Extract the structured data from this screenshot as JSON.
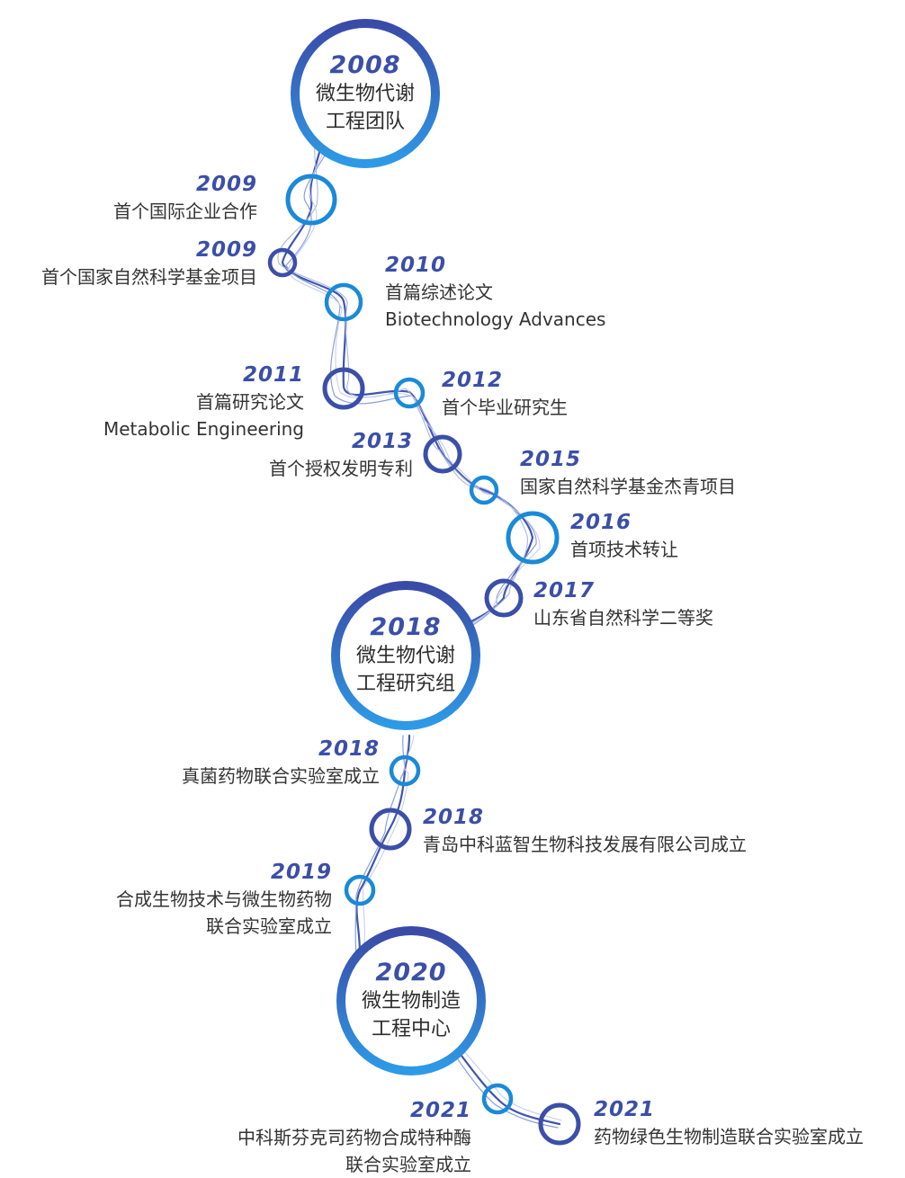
{
  "colors": {
    "dark_blue": "#3b4fa8",
    "light_blue": "#1a8ad8",
    "line": "#4f6cc0",
    "text": "#333333"
  },
  "milestones": {
    "m2008": {
      "year": "2008",
      "line1": "微生物代谢",
      "line2": "工程团队"
    },
    "m2018": {
      "year": "2018",
      "line1": "微生物代谢",
      "line2": "工程研究组"
    },
    "m2020": {
      "year": "2020",
      "line1": "微生物制造",
      "line2": "工程中心"
    }
  },
  "events": [
    {
      "id": "e2009a",
      "year": "2009",
      "lines": [
        "首个国际企业合作"
      ]
    },
    {
      "id": "e2009b",
      "year": "2009",
      "lines": [
        "首个国家自然科学基金项目"
      ]
    },
    {
      "id": "e2010",
      "year": "2010",
      "lines": [
        "首篇综述论文",
        "Biotechnology Advances"
      ]
    },
    {
      "id": "e2011",
      "year": "2011",
      "lines": [
        "首篇研究论文",
        "Metabolic Engineering"
      ]
    },
    {
      "id": "e2012",
      "year": "2012",
      "lines": [
        "首个毕业研究生"
      ]
    },
    {
      "id": "e2013",
      "year": "2013",
      "lines": [
        "首个授权发明专利"
      ]
    },
    {
      "id": "e2015",
      "year": "2015",
      "lines": [
        "国家自然科学基金杰青项目"
      ]
    },
    {
      "id": "e2016",
      "year": "2016",
      "lines": [
        "首项技术转让"
      ]
    },
    {
      "id": "e2017",
      "year": "2017",
      "lines": [
        "山东省自然科学二等奖"
      ]
    },
    {
      "id": "e2018a",
      "year": "2018",
      "lines": [
        "真菌药物联合实验室成立"
      ]
    },
    {
      "id": "e2018b",
      "year": "2018",
      "lines": [
        "青岛中科蓝智生物科技发展有限公司成立"
      ]
    },
    {
      "id": "e2019",
      "year": "2019",
      "lines": [
        "合成生物技术与微生物药物",
        "联合实验室成立"
      ]
    },
    {
      "id": "e2021a",
      "year": "2021",
      "lines": [
        "中科斯芬克司药物合成特种酶",
        "联合实验室成立"
      ]
    },
    {
      "id": "e2021b",
      "year": "2021",
      "lines": [
        "药物绿色生物制造联合实验室成立"
      ]
    }
  ]
}
